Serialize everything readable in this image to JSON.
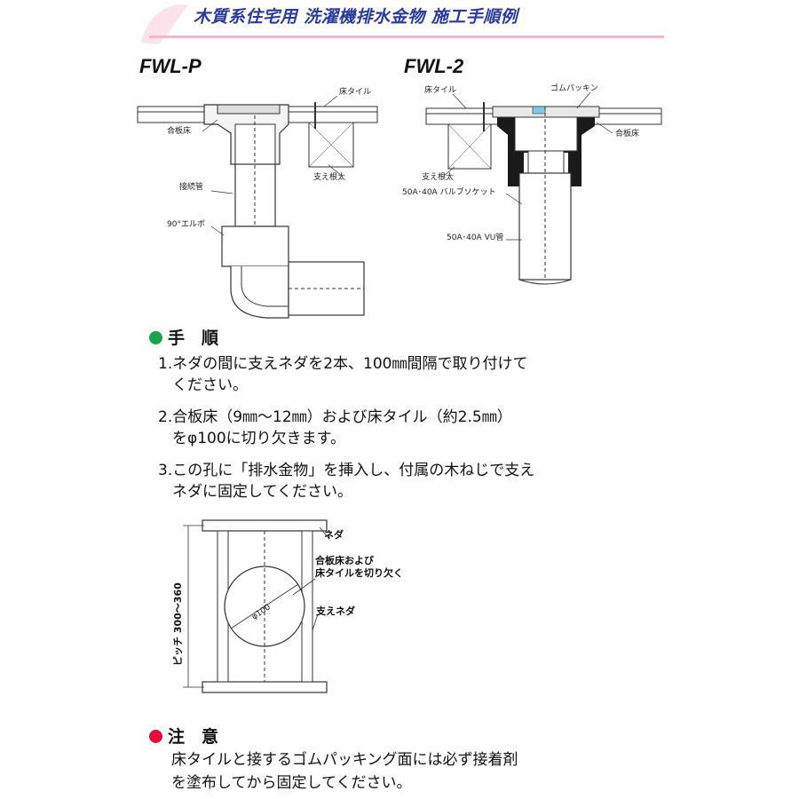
{
  "header": {
    "title": "木質系住宅用 洗濯機排水金物 施工手順例"
  },
  "models": {
    "left": "FWL-P",
    "right": "FWL-2"
  },
  "fwl_p_labels": {
    "floor_tile": "床タイル",
    "plywood": "合板床",
    "support": "支え根太",
    "pipe": "接続管",
    "elbow": "90°エルボ"
  },
  "fwl_2_labels": {
    "floor_tile": "床タイル",
    "rubber": "ゴムパッキン",
    "plywood": "合板床",
    "support": "支え根太",
    "socket": "50A･40A バルブソケット",
    "vu": "50A･40A VU管"
  },
  "procedure": {
    "heading": "手　順",
    "bullet_color": "#1aa34a",
    "steps": [
      {
        "line1": "1.ネダの間に支えネダを2本、100㎜間隔で取り付けて",
        "line2": "ください。"
      },
      {
        "line1": "2.合板床（9㎜〜12㎜）および床タイル（約2.5㎜）",
        "line2": "をφ100に切り欠きます。"
      },
      {
        "line1": "3.この孔に「排水金物」を挿入し、付属の木ねじで支え",
        "line2": "ネダに固定してください。"
      }
    ]
  },
  "plan": {
    "neda": "ネダ",
    "cut_line1": "合板床および",
    "cut_line2": "床タイルを切り欠く",
    "support": "支えネダ",
    "diameter": "φ100",
    "pitch": "ピッチ 300〜360"
  },
  "caution": {
    "heading": "注　意",
    "bullet_color": "#e0103a",
    "line1": "床タイルと接するゴムパッキング面には必ず接着剤",
    "line2": "を塗布してから固定してください。"
  },
  "colors": {
    "title": "#2a3a9a",
    "header_line": "#f3b8cc",
    "fitting_blue": "#7fc8ea"
  }
}
